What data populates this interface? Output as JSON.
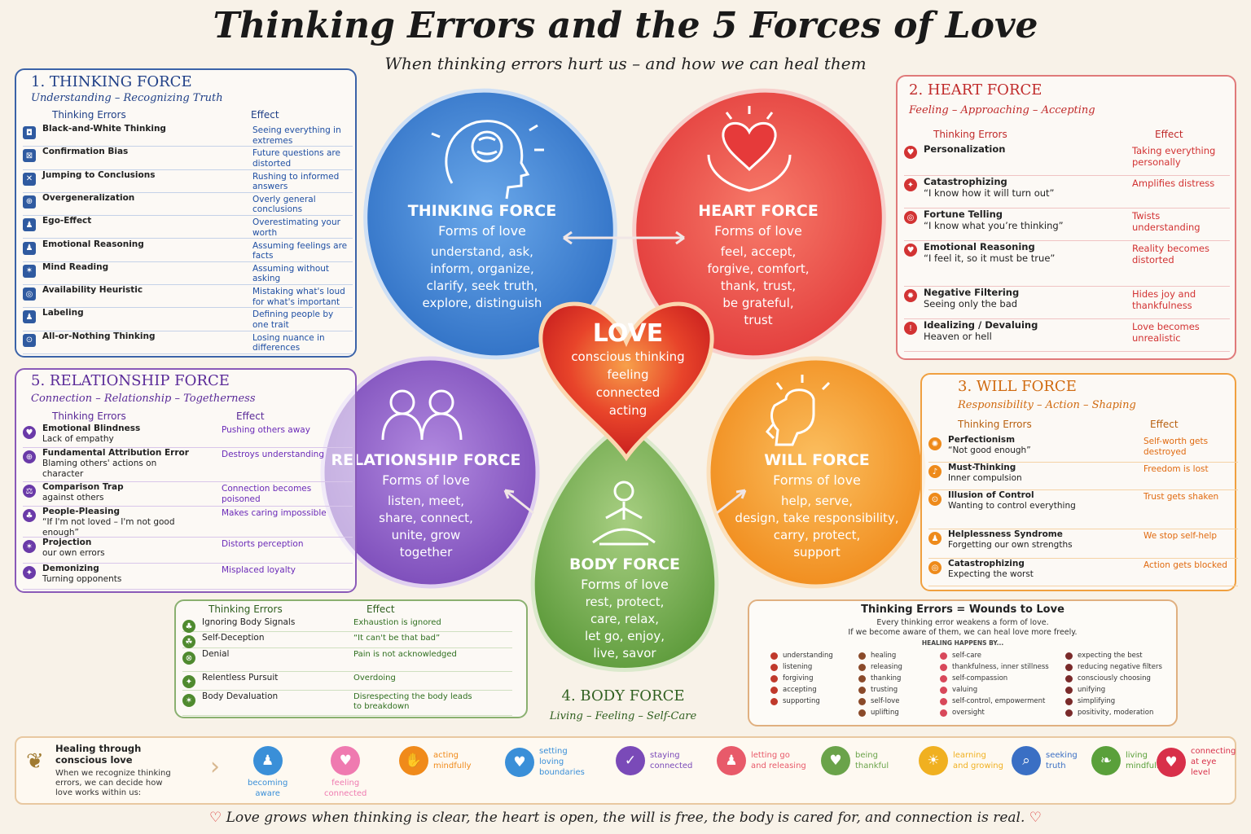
{
  "title": "Thinking Errors and the 5 Forces of Love",
  "subtitle": "When thinking errors hurt us – and how we can heal them",
  "col_errors": "Thinking Errors",
  "col_effect": "Effect",
  "thinking": {
    "heading": "1. THINKING FORCE",
    "sub": "Understanding – Recognizing Truth",
    "rows": [
      {
        "name": "Black-and-White Thinking",
        "effect": "Seeing everything in extremes"
      },
      {
        "name": "Confirmation Bias",
        "effect": "Future questions are distorted"
      },
      {
        "name": "Jumping to Conclusions",
        "effect": "Rushing to informed answers"
      },
      {
        "name": "Overgeneralization",
        "effect": "Overly general conclusions"
      },
      {
        "name": "Ego-Effect",
        "effect": "Overestimating your worth"
      },
      {
        "name": "Emotional Reasoning",
        "effect": "Assuming feelings are facts"
      },
      {
        "name": "Mind Reading",
        "effect": "Assuming without asking"
      },
      {
        "name": "Availability Heuristic",
        "effect": "Mistaking what's loud for what's important"
      },
      {
        "name": "Labeling",
        "effect": "Defining people by one trait"
      },
      {
        "name": "All-or-Nothing Thinking",
        "effect": "Losing nuance in differences"
      }
    ]
  },
  "heart": {
    "heading": "2. HEART FORCE",
    "sub": "Feeling – Approaching – Accepting",
    "rows": [
      {
        "name": "Personalization",
        "note": "",
        "effect": "Taking everything personally"
      },
      {
        "name": "Catastrophizing",
        "note": "“I know how it will turn out”",
        "effect": "Amplifies distress"
      },
      {
        "name": "Fortune Telling",
        "note": "“I know what you’re thinking”",
        "effect": "Twists understanding"
      },
      {
        "name": "Emotional Reasoning",
        "note": "“I feel it, so it must be true”",
        "effect": "Reality becomes distorted"
      },
      {
        "name": "Negative Filtering",
        "note": "Seeing only the bad",
        "effect": "Hides joy and thankfulness"
      },
      {
        "name": "Idealizing / Devaluing",
        "note": "Heaven or hell",
        "effect": "Love becomes unrealistic"
      }
    ]
  },
  "will": {
    "heading": "3. WILL FORCE",
    "sub": "Responsibility – Action – Shaping",
    "rows": [
      {
        "name": "Perfectionism",
        "note": "“Not good enough”",
        "effect": "Self-worth gets destroyed"
      },
      {
        "name": "Must-Thinking",
        "note": "Inner compulsion",
        "effect": "Freedom is lost"
      },
      {
        "name": "Illusion of Control",
        "note": "Wanting to control everything",
        "effect": "Trust gets shaken"
      },
      {
        "name": "Helplessness Syndrome",
        "note": "Forgetting our own strengths",
        "effect": "We stop self-help"
      },
      {
        "name": "Catastrophizing",
        "note": "Expecting the worst",
        "effect": "Action gets blocked"
      }
    ]
  },
  "body": {
    "heading": "4. BODY FORCE",
    "sub": "Living – Feeling – Self-Care",
    "rows": [
      {
        "name": "Ignoring Body Signals",
        "effect": "Exhaustion is ignored"
      },
      {
        "name": "Self-Deception",
        "effect": "“It can't be that bad”"
      },
      {
        "name": "Denial",
        "effect": "Pain is not acknowledged"
      },
      {
        "name": "Relentless Pursuit",
        "effect": "Overdoing"
      },
      {
        "name": "Body Devaluation",
        "effect": "Disrespecting the body leads to breakdown"
      }
    ]
  },
  "relationship": {
    "heading": "5. RELATIONSHIP FORCE",
    "sub": "Connection – Relationship – Togetherness",
    "rows": [
      {
        "name": "Emotional Blindness",
        "note": "Lack of empathy",
        "effect": "Pushing others away"
      },
      {
        "name": "Fundamental Attribution Error",
        "note": "Blaming others' actions on character",
        "effect": "Destroys understanding"
      },
      {
        "name": "Comparison Trap",
        "note": "against others",
        "effect": "Connection becomes poisoned"
      },
      {
        "name": "People-Pleasing",
        "note": "“If I'm not loved – I'm not good enough”",
        "effect": "Makes caring impossible"
      },
      {
        "name": "Projection",
        "note": "our own errors",
        "effect": "Distorts perception"
      },
      {
        "name": "Demonizing",
        "note": "Turning opponents",
        "effect": "Misplaced loyalty"
      }
    ]
  },
  "petals": {
    "thinking": {
      "title": "THINKING FORCE",
      "forms": "Forms of love",
      "list": [
        "understand, ask,",
        "inform, organize,",
        "clarify, seek truth,",
        "explore, distinguish"
      ]
    },
    "heart": {
      "title": "HEART FORCE",
      "forms": "Forms of love",
      "list": [
        "feel, accept,",
        "forgive, comfort,",
        "thank, trust,",
        "be grateful,",
        "trust"
      ]
    },
    "will": {
      "title": "WILL FORCE",
      "forms": "Forms of love",
      "list": [
        "help, serve,",
        "design, take responsibility,",
        "carry, protect,",
        "support"
      ]
    },
    "relationship": {
      "title": "RELATIONSHIP FORCE",
      "forms": "Forms of love",
      "list": [
        "listen, meet,",
        "share, connect,",
        "unite, grow",
        "together"
      ]
    },
    "body": {
      "title": "BODY FORCE",
      "forms": "Forms of love",
      "list": [
        "rest, protect,",
        "care, relax,",
        "let go, enjoy,",
        "live, savor"
      ]
    }
  },
  "love": {
    "title": "LOVE",
    "list": [
      "conscious thinking",
      "feeling",
      "connected",
      "acting"
    ]
  },
  "wounds": {
    "title": "Thinking Errors = Wounds to Love",
    "text1": "Every thinking error weakens a form of love.",
    "text2": "If we become aware of them, we can heal love more freely.",
    "healing": "HEALING HAPPENS BY...",
    "col1": [
      "understanding",
      "listening",
      "forgiving",
      "accepting",
      "supporting"
    ],
    "col2": [
      "healing",
      "releasing",
      "thanking",
      "trusting",
      "self-love",
      "uplifting"
    ],
    "col3": [
      "self-care",
      "thankfulness, inner stillness",
      "self-compassion",
      "valuing",
      "self-control, empowerment",
      "oversight"
    ],
    "col4": [
      "expecting the best",
      "reducing negative filters",
      "consciously choosing",
      "unifying",
      "simplifying",
      "positivity, moderation"
    ]
  },
  "strip": {
    "title1": "Healing through",
    "title2": "conscious love",
    "text": "When we recognize thinking errors, we can decide how love works within us:",
    "items": [
      {
        "l1": "becoming",
        "l2": "aware"
      },
      {
        "l1": "feeling",
        "l2": "connected"
      },
      {
        "l1": "acting",
        "l2": "mindfully"
      },
      {
        "l1": "setting",
        "l2": "loving",
        "l3": "boundaries"
      },
      {
        "l1": "staying",
        "l2": "connected"
      },
      {
        "l1": "letting go",
        "l2": "and releasing"
      },
      {
        "l1": "being",
        "l2": "thankful"
      },
      {
        "l1": "learning",
        "l2": "and growing"
      },
      {
        "l1": "seeking",
        "l2": "truth"
      },
      {
        "l1": "living",
        "l2": "mindfully"
      },
      {
        "l1": "connecting",
        "l2": "at eye level"
      }
    ]
  },
  "footer": "Love grows when thinking is clear, the heart is open, the will is free, the body is cared for, and connection is real.",
  "colors": {
    "thinking": "#3a7fd0",
    "heart": "#e84545",
    "will": "#f29a2a",
    "body": "#6aa34a",
    "relationship": "#8a5ac0",
    "love": "#d32a2a"
  }
}
